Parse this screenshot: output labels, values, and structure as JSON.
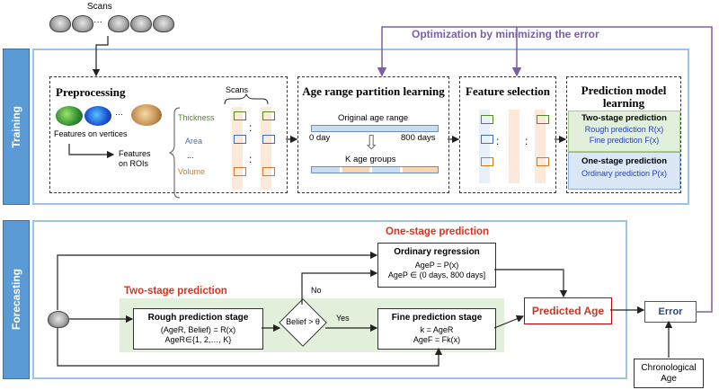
{
  "scans_label": "Scans",
  "scans_dots": "···",
  "optimization_label": "Optimization by minimizing the error",
  "training": {
    "tab": "Training",
    "preprocessing": {
      "title": "Preprocessing",
      "features_vertices": "Features on vertices",
      "features_rois": "Features\non ROIs",
      "scans_label": "Scans",
      "thickness": "Thickness",
      "area": "Area",
      "ellipsis": "...",
      "volume": "Volume"
    },
    "age_partition": {
      "title": "Age range partition learning",
      "original_range": "Original age range",
      "start": "0 day",
      "end": "800 days",
      "groups": "K age groups"
    },
    "feature_selection": {
      "title": "Feature selection"
    },
    "prediction_model": {
      "title": "Prediction model\nlearning",
      "two_stage_title": "Two-stage prediction",
      "rough": "Rough prediction R(x)",
      "fine": "Fine prediction F(x)",
      "one_stage_title": "One-stage prediction",
      "ordinary": "Ordinary prediction P(x)"
    }
  },
  "forecasting": {
    "tab": "Forecasting",
    "one_stage_label": "One-stage prediction",
    "two_stage_label": "Two-stage prediction",
    "ordinary_regression": {
      "title": "Ordinary regression",
      "line1": "AgeP = P(x)",
      "line2": "AgeP ∈ (0 days, 800 days]"
    },
    "rough_stage": {
      "title": "Rough prediction stage",
      "line1": "(AgeR, Belief) = R(x)",
      "line2": "AgeR∈{1, 2,…, K}"
    },
    "belief": "Belief > θ",
    "yes": "Yes",
    "no": "No",
    "fine_stage": {
      "title": "Fine prediction stage",
      "line1": "k = AgeR",
      "line2": "AgeF = Fk(x)"
    },
    "predicted_age": "Predicted Age",
    "error": "Error",
    "chronological_age": "Chronological\nAge"
  },
  "colors": {
    "accent_blue": "#5b9bd5",
    "panel_border": "#9dc3e6",
    "purple": "#7b5ea7",
    "red": "#e0301e",
    "green_panel": "#e2efda",
    "blue_panel": "#dbe7f5"
  }
}
